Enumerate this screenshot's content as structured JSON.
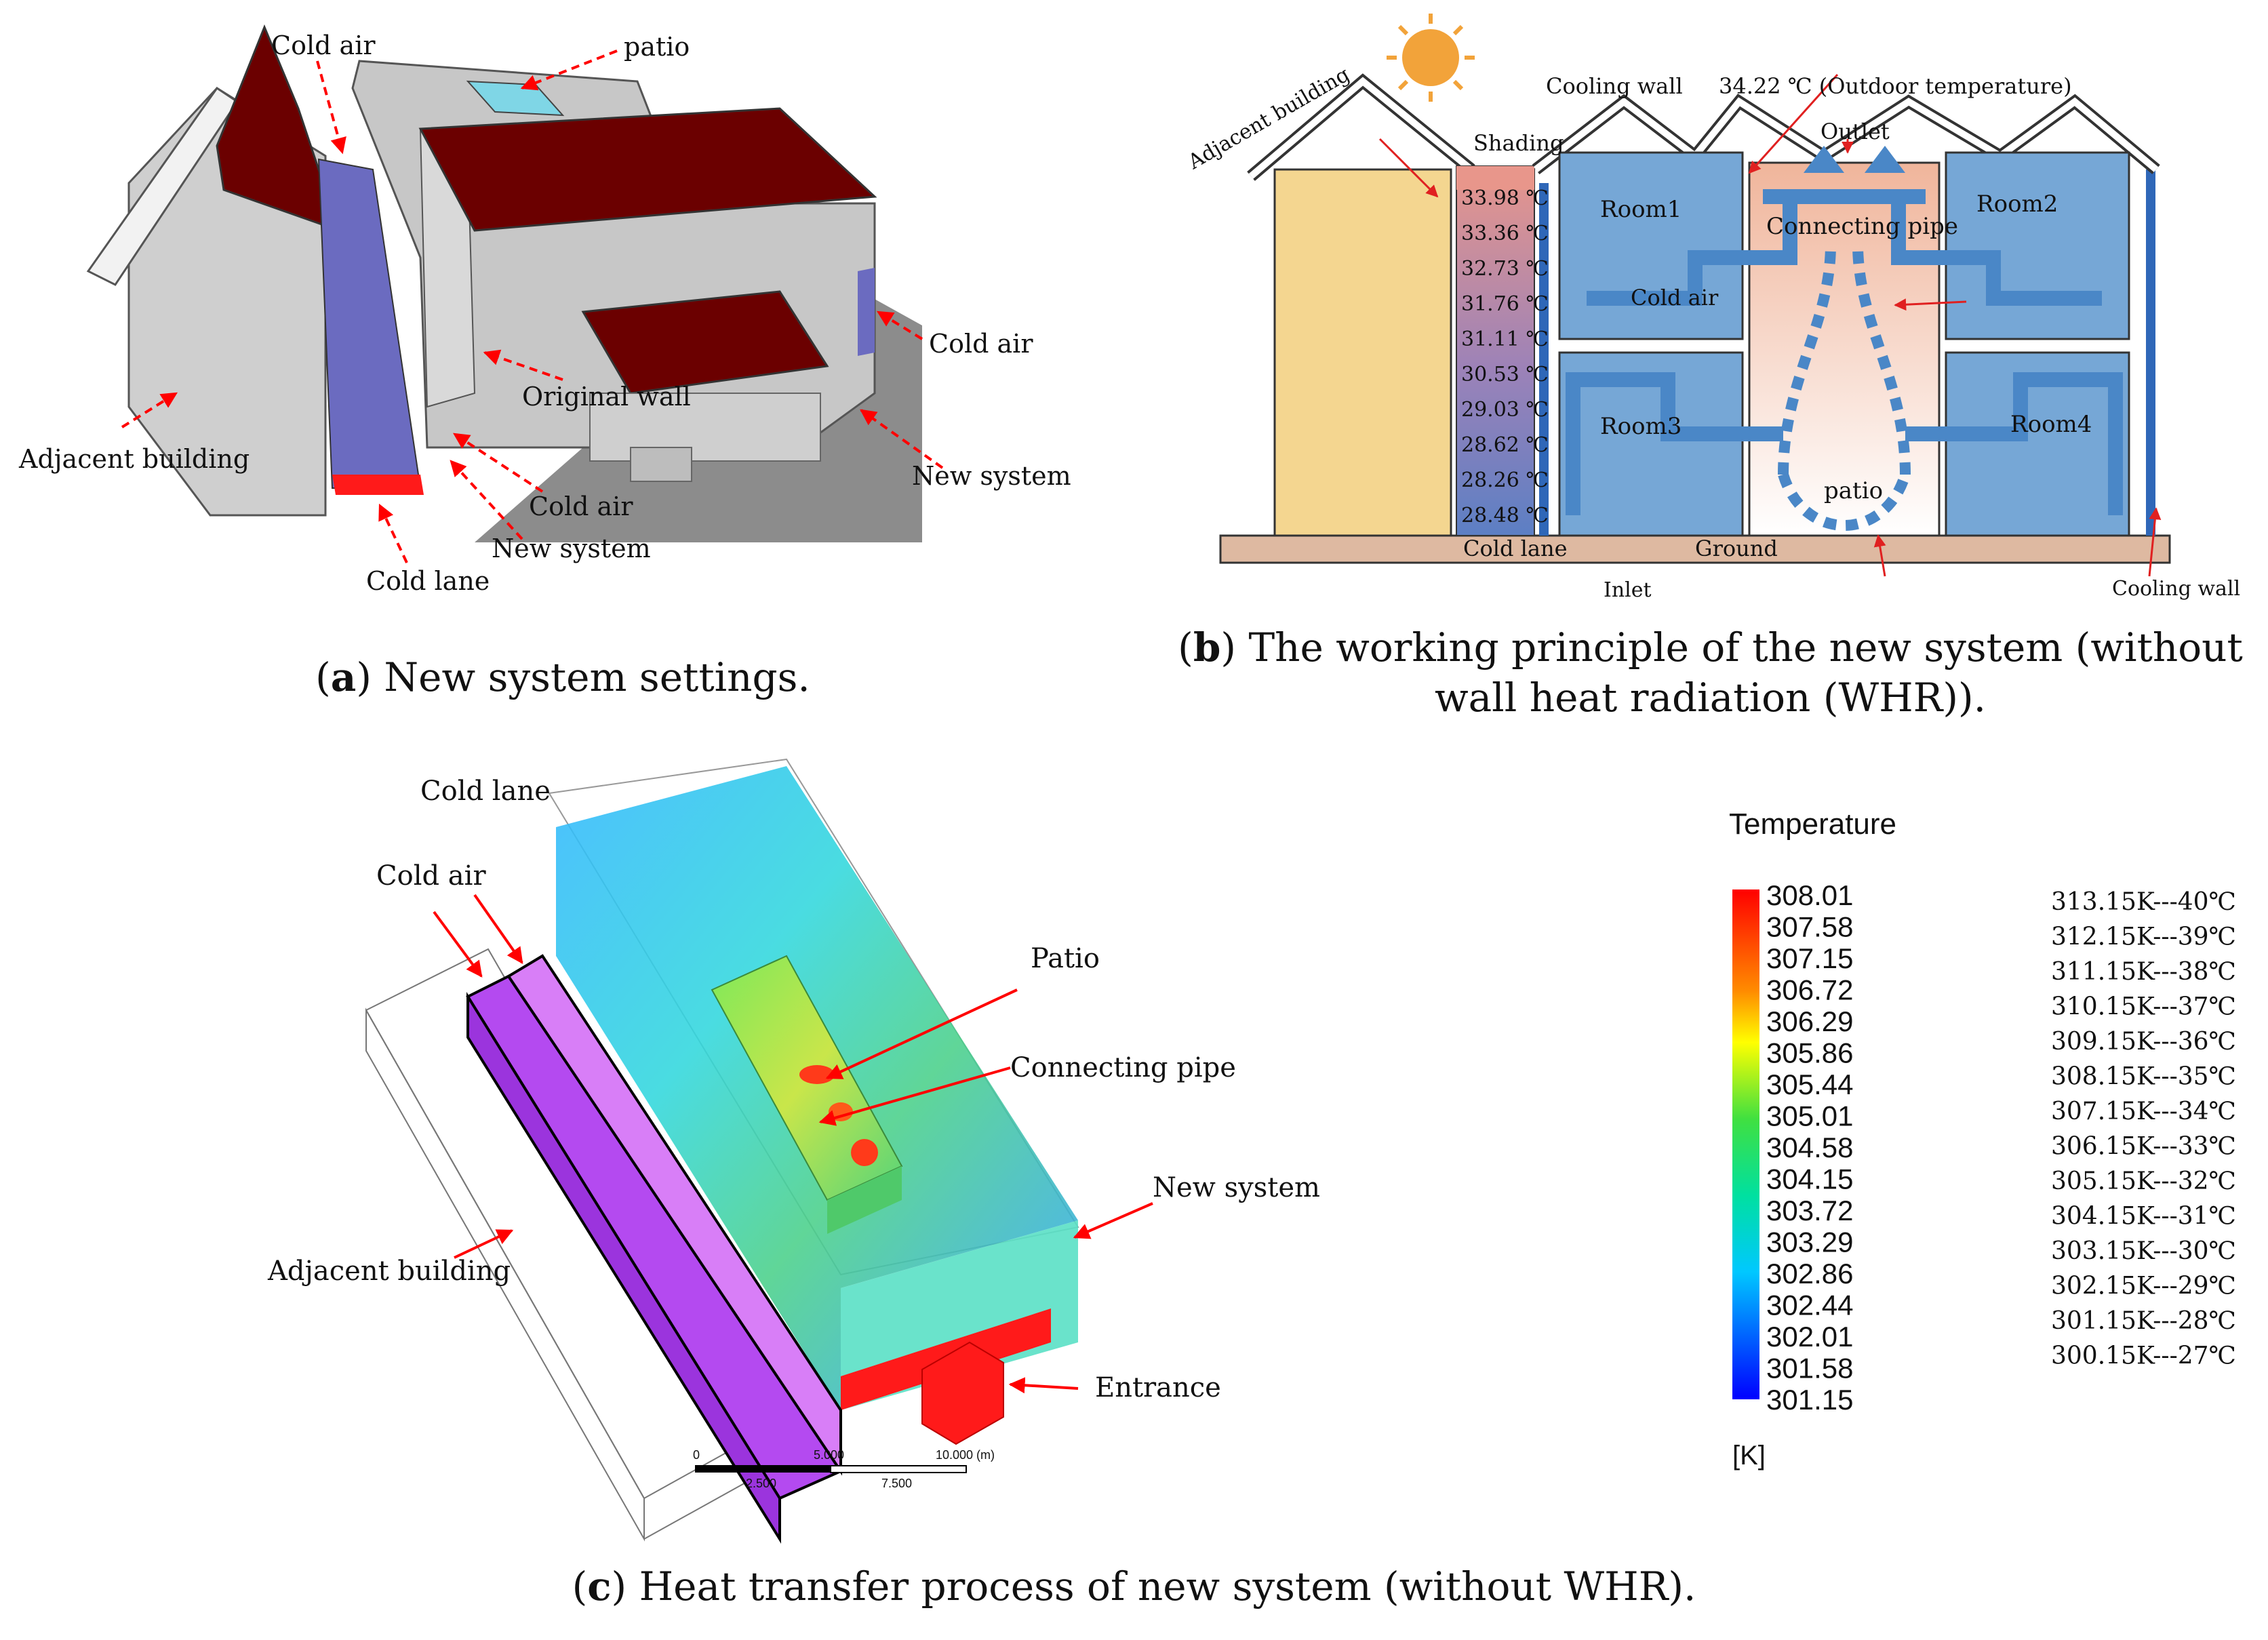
{
  "panel_a": {
    "labels": {
      "cold_air_top": "Cold air",
      "patio": "patio",
      "cold_air_right": "Cold air",
      "original_wall": "Original wall",
      "adjacent_building": "Adjacent building",
      "new_system_right": "New system",
      "cold_air_bottom": "Cold air",
      "new_system_bottom": "New system",
      "cold_lane": "Cold lane"
    },
    "caption_letter": "a",
    "caption_text": ") New system settings.",
    "colors": {
      "roof": "#6b0000",
      "wall": "#c8c8c8",
      "cold_air": "#6b6bc0",
      "cold_lane": "#ff1a1a",
      "ground": "#8c8c8c"
    }
  },
  "panel_b": {
    "labels": {
      "adjacent_building": "Adjacent building",
      "cooling_wall_top": "Cooling wall",
      "outdoor_temp": "34.22 ℃ (Outdoor temperature)",
      "shading": "Shading",
      "outlet": "Outlet",
      "room1": "Room1",
      "room2": "Room2",
      "connecting_pipe": "Connecting pipe",
      "cold_air": "Cold air",
      "room3": "Room3",
      "room4": "Room4",
      "patio": "patio",
      "cold_lane": "Cold lane",
      "ground": "Ground",
      "inlet": "Inlet",
      "cooling_wall_bottom": "Cooling wall"
    },
    "lane_temperatures": [
      "33.98 ℃",
      "33.36 ℃",
      "32.73 ℃",
      "31.76 ℃",
      "31.11 ℃",
      "30.53 ℃",
      "29.03 ℃",
      "28.62 ℃",
      "28.26 ℃",
      "28.48 ℃"
    ],
    "caption_letter": "b",
    "caption_line1": ") The working principle of the new system (without",
    "caption_line2": "wall heat radiation (WHR)).",
    "colors": {
      "room": "#76a7d6",
      "flow": "#4a87c7",
      "adjacent": "#f4d690",
      "ground": "#deb9a1",
      "sun": "#f2a33a"
    }
  },
  "panel_c": {
    "labels": {
      "cold_lane": "Cold lane",
      "cold_air": "Cold air",
      "patio": "Patio",
      "connecting_pipe": "Connecting pipe",
      "new_system": "New system",
      "adjacent_building": "Adjacent building",
      "entrance": "Entrance"
    },
    "scale_bar": {
      "labels_top": [
        "0",
        "5.000",
        "10.000",
        "(m)"
      ],
      "labels_bottom": [
        "2.500",
        "7.500"
      ]
    },
    "caption_letter": "c",
    "caption_text": ") Heat transfer process of new system (without WHR)."
  },
  "legend": {
    "title": "Temperature",
    "unit": "[K]",
    "ticks": [
      "308.01",
      "307.58",
      "307.15",
      "306.72",
      "306.29",
      "305.86",
      "305.44",
      "305.01",
      "304.58",
      "304.15",
      "303.72",
      "303.29",
      "302.86",
      "302.44",
      "302.01",
      "301.58",
      "301.15"
    ],
    "conversions": [
      "313.15K---40℃",
      "312.15K---39℃",
      "311.15K---38℃",
      "310.15K---37℃",
      "309.15K---36℃",
      "308.15K---35℃",
      "307.15K---34℃",
      "306.15K---33℃",
      "305.15K---32℃",
      "304.15K---31℃",
      "303.15K---30℃",
      "302.15K---29℃",
      "301.15K---28℃",
      "300.15K---27℃"
    ]
  }
}
